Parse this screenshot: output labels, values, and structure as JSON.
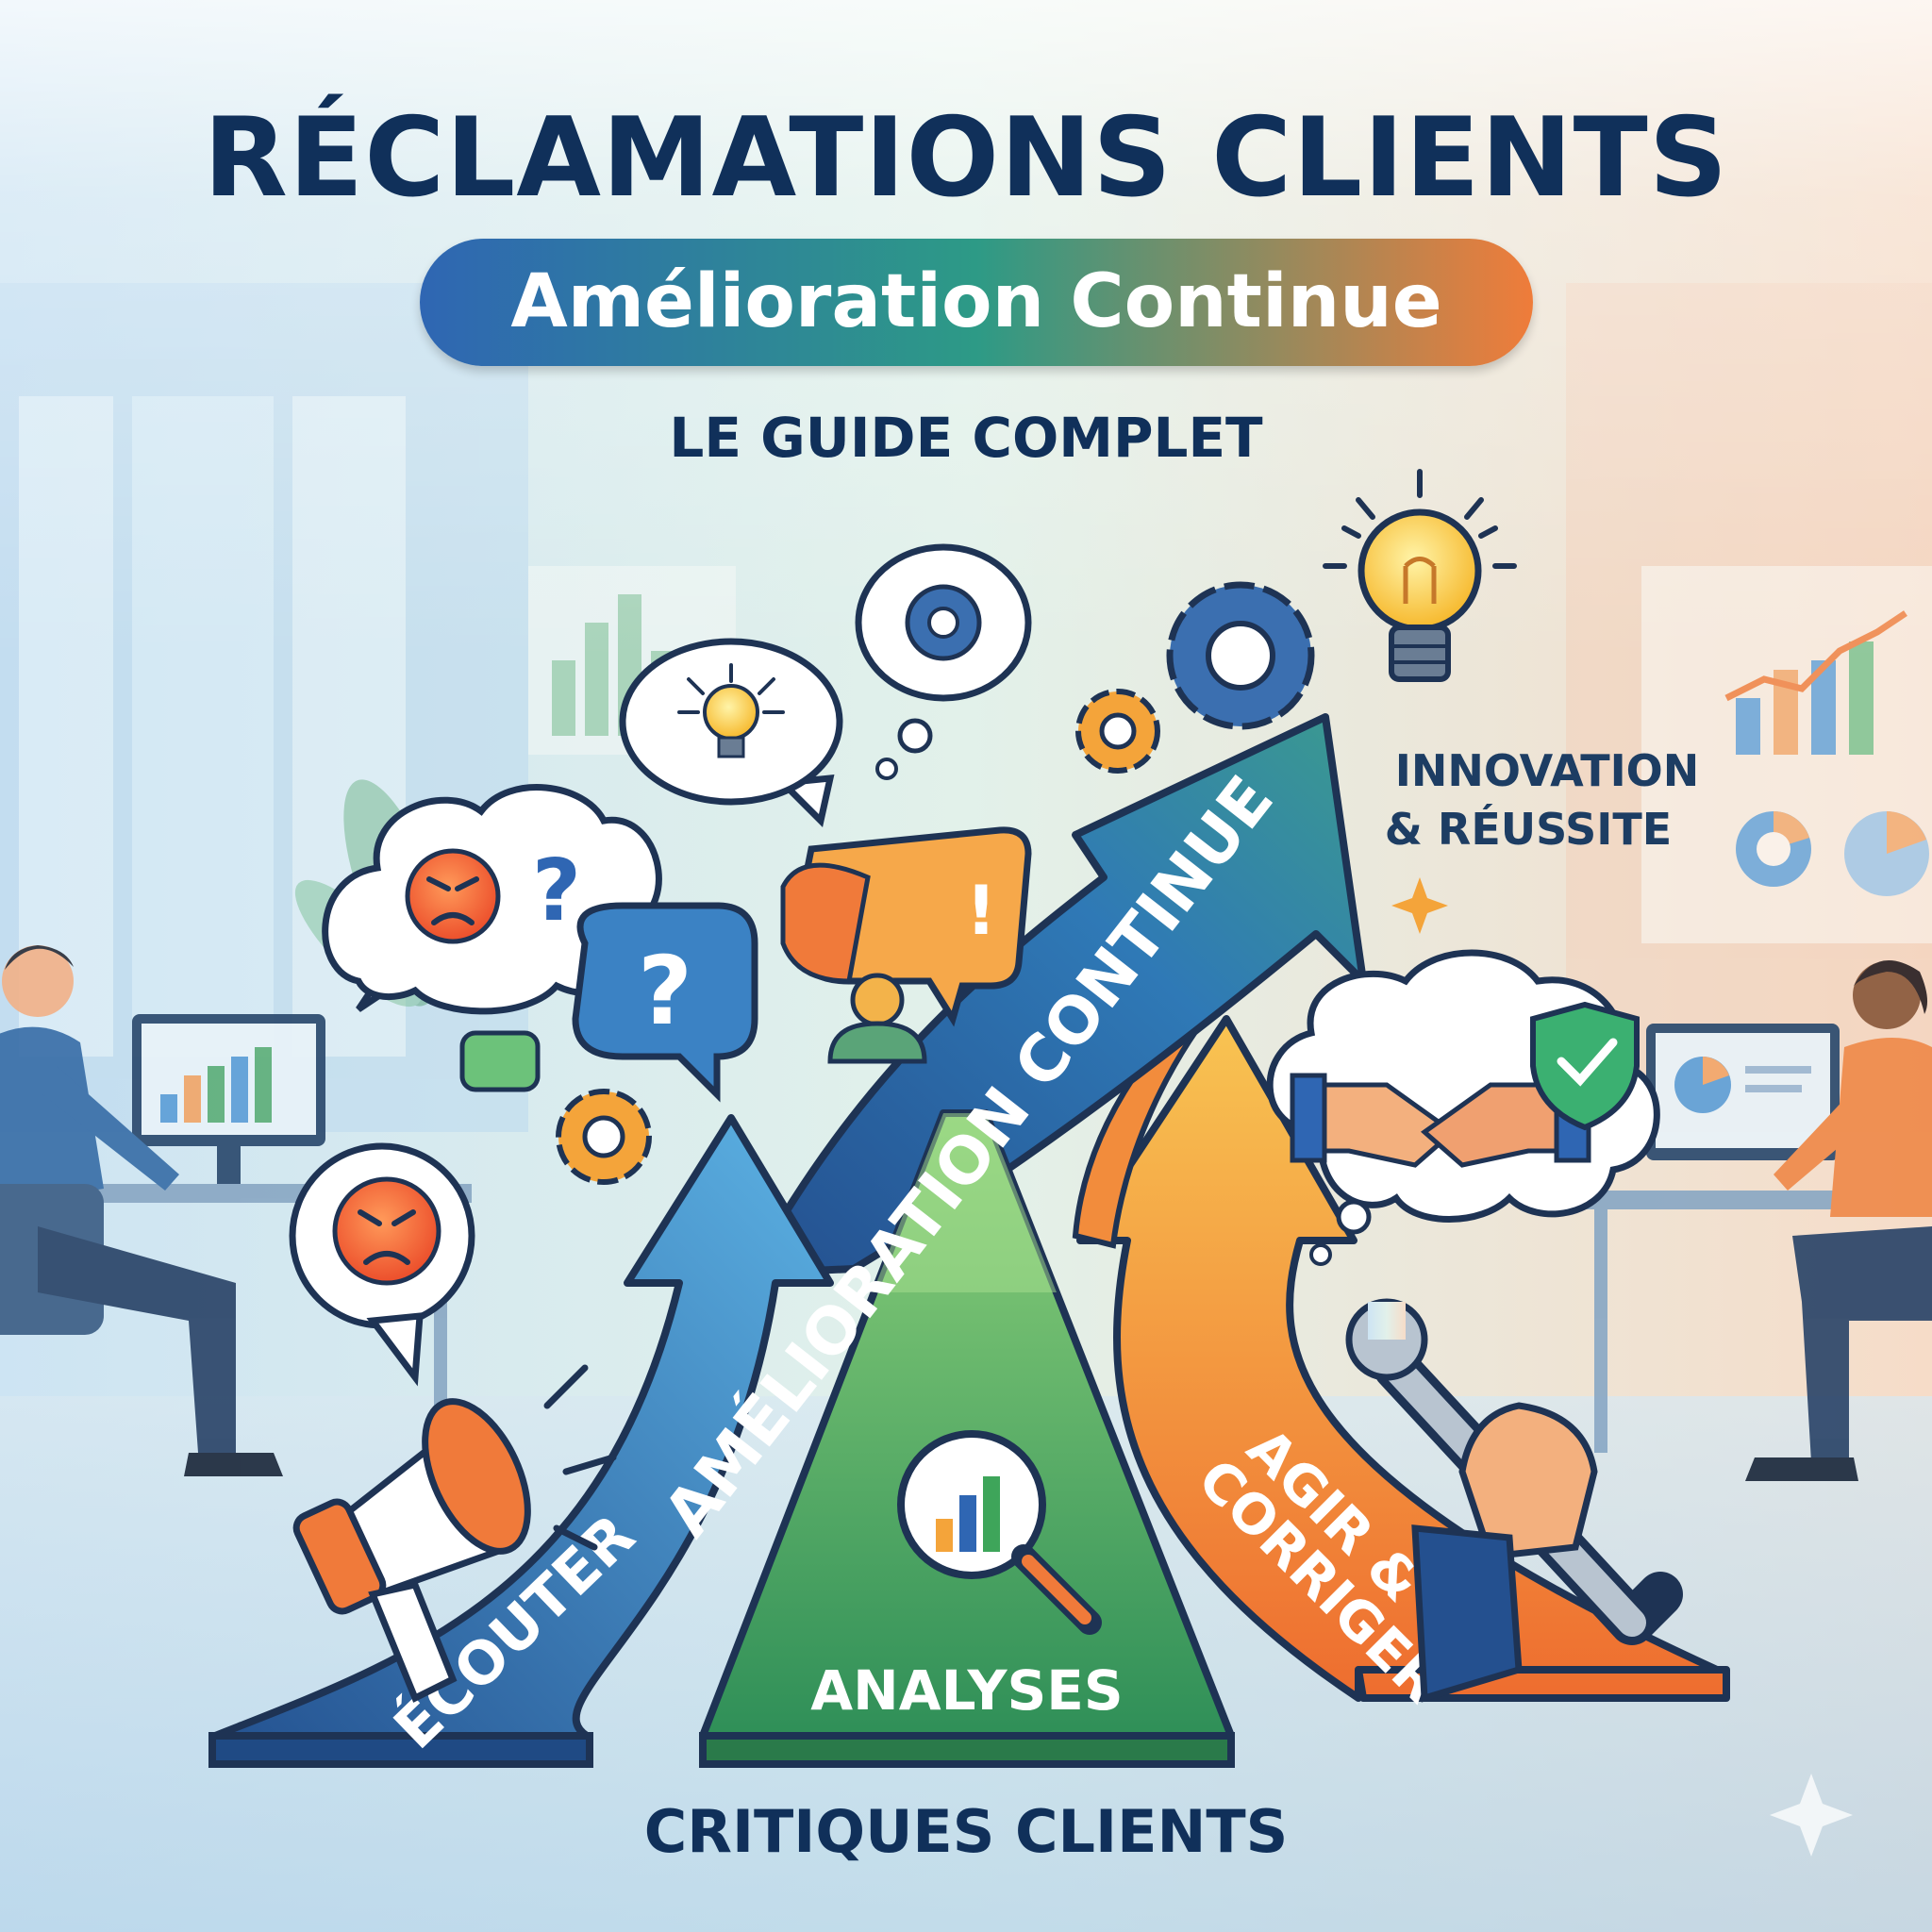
{
  "header": {
    "title": "RÉCLAMATIONS CLIENTS",
    "pill": "Amélioration Continue",
    "subtitle": "LE GUIDE COMPLET"
  },
  "arrows": {
    "main": "AMÉLIORATION CONTINUE",
    "listen": "ÉCOUTER",
    "analyze": "ANALYSES",
    "act_line1": "AGIR &",
    "act_line2": "CORRIGER"
  },
  "side_label": {
    "line1": "INNOVATION",
    "line2": "& RÉUSSITE"
  },
  "footer": {
    "label": "CRITIQUES CLIENTS"
  },
  "colors": {
    "navy": "#10305a",
    "blue": "#2f66b3",
    "green": "#3ea55a",
    "orange": "#ef7c3a",
    "yellow": "#f8c73a",
    "angry": "#f26b3a"
  },
  "icons": [
    "angry-face-icon",
    "question-mark-icon",
    "lightbulb-icon",
    "gear-icon",
    "megaphone-icon",
    "magnifier-chart-icon",
    "handshake-icon",
    "shield-check-icon",
    "wrench-icon",
    "user-icon",
    "exclamation-icon",
    "sparkle-icon"
  ]
}
